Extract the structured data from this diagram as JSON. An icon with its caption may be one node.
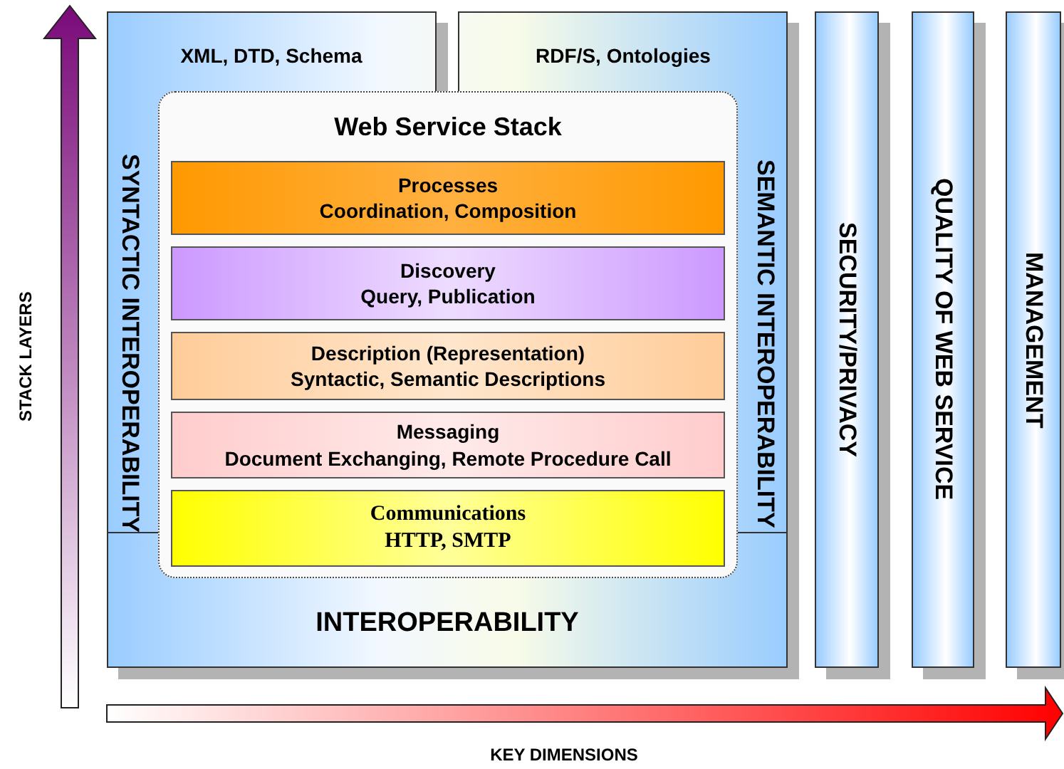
{
  "diagram": {
    "nodes": [
      {
        "text": [
          "XML, DTD, Schema",
          "RDF/S, Ontologies",
          "SYNTACTIC INTEROPERABILITY",
          "SEMANTIC INTEROPERABILITY",
          "INTEROPERABILITY"
        ]
      },
      {
        "text": [
          "Web Service Stack"
        ],
        "in": 0
      },
      {
        "text": [
          "Processes",
          "Coordination, Composition"
        ],
        "in": 1
      },
      {
        "text": [
          "Discovery",
          "Query, Publication"
        ],
        "in": 1
      },
      {
        "text": [
          "Description (Representation)",
          "Syntactic, Semantic Descriptions"
        ],
        "in": 1
      },
      {
        "text": [
          "Messaging",
          "Document Exchanging, Remote Procedure Call"
        ],
        "in": 1
      },
      {
        "text": [
          "Communications",
          "HTTP, SMTP"
        ],
        "in": 1
      },
      {
        "text": [
          "SECURITY/PRIVACY"
        ]
      },
      {
        "text": [
          "QUALITY OF WEB SERVICE"
        ]
      },
      {
        "text": [
          "MANAGEMENT"
        ]
      }
    ],
    "labels": [
      "STACK LAYERS",
      "KEY DIMENSIONS"
    ]
  }
}
